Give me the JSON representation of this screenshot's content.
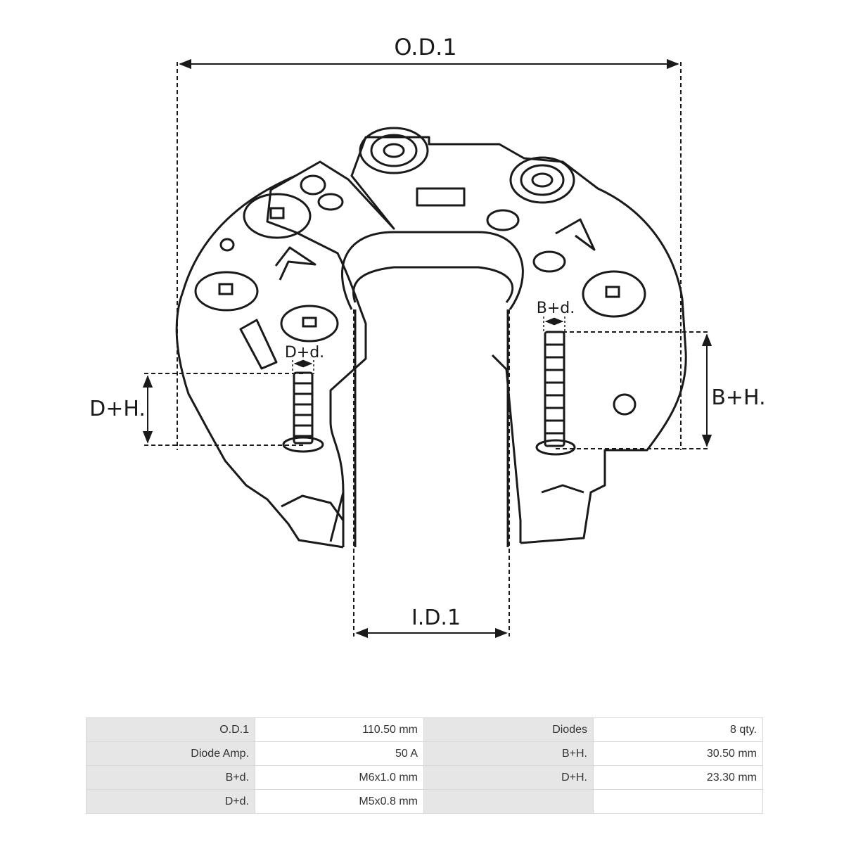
{
  "drawing": {
    "labels": {
      "od1": "O.D.1",
      "id1": "I.D.1",
      "dh": "D+H.",
      "bh": "B+H.",
      "dd": "D+d.",
      "bd": "B+d."
    }
  },
  "specs": {
    "rows": [
      [
        {
          "label": "O.D.1",
          "value": "110.50 mm"
        },
        {
          "label": "Diodes",
          "value": "8 qty."
        }
      ],
      [
        {
          "label": "Diode Amp.",
          "value": "50 A"
        },
        {
          "label": "B+H.",
          "value": "30.50 mm"
        }
      ],
      [
        {
          "label": "B+d.",
          "value": "M6x1.0 mm"
        },
        {
          "label": "D+H.",
          "value": "23.30 mm"
        }
      ],
      [
        {
          "label": "D+d.",
          "value": "M5x0.8 mm"
        },
        {
          "label": "",
          "value": ""
        }
      ]
    ]
  },
  "colors": {
    "line": "#1a1a1a",
    "label_bg": "#e6e6e6",
    "border": "#d8d8d8"
  }
}
